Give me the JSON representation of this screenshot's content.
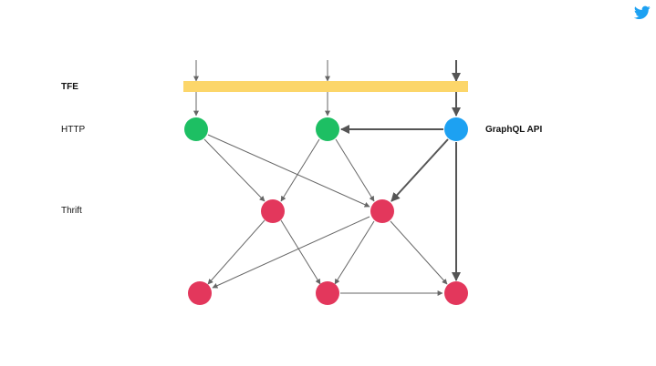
{
  "labels": {
    "tfe": "TFE",
    "http": "HTTP",
    "thrift": "Thrift",
    "graphql": "GraphQL API"
  },
  "logo": {
    "icon": "twitter-bird-icon",
    "color": "#1da1f2"
  },
  "colors": {
    "tfe_bar": "#fcd66a",
    "http_node": "#1dbf63",
    "graphql_node": "#1da1f2",
    "thrift_node": "#e3375c",
    "edge": "#666666",
    "edge_strong": "#555555"
  }
}
